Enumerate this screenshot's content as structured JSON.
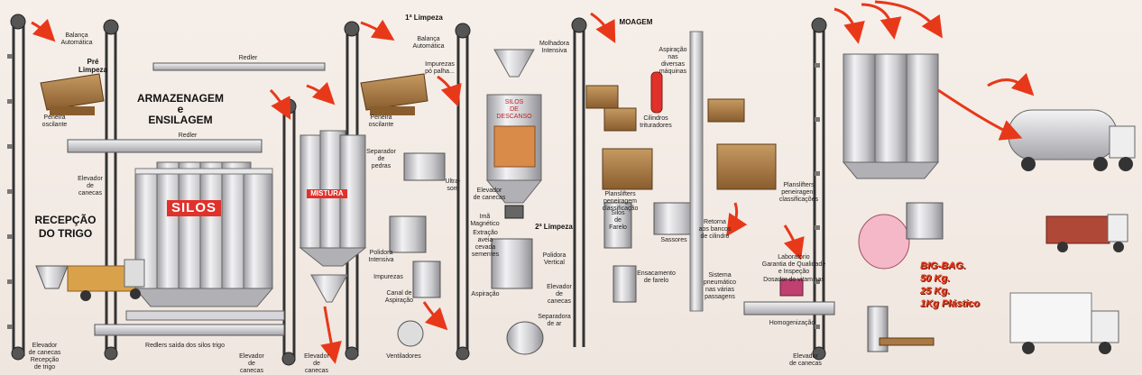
{
  "sections": {
    "pre_limpeza": "Pré\nLimpeza",
    "armazenagem": "ARMAZENAGEM\ne\nENSILAGEM",
    "recepcao": "RECEPÇÃO\nDO TRIGO",
    "limpeza1": "1ª Limpeza",
    "limpeza2": "2ª Limpeza",
    "moagem": "MOAGEM"
  },
  "labels": {
    "balanca1": "Balança\nAutomática",
    "peneira1": "Peneira\noscilante",
    "redler_top": "Redler",
    "redler_mid": "Redler",
    "elevador_left": "Elevador\nde\ncanecas",
    "silos": "SILOS",
    "elevador_recepcao": "Elevador\nde canecas\nRecepção\nde trigo",
    "redlers_saida": "Redlers saída dos silos trigo",
    "elevador_bottom1": "Elevador\nde\ncanecas",
    "mistura": "MISTURA",
    "elevador_bottom2": "Elevador\nde\ncanecas",
    "balanca2": "Balança\nAutomática",
    "impurezas_po": "Impurezas\npó palha...",
    "peneira2": "Peneira\noscilante",
    "separador_pedras": "Separador\nde\npedras",
    "ultra_som": "Ultra-\nsom",
    "polidora_intensiva": "Polidora\nIntensiva",
    "impurezas": "Impurezas",
    "canal_aspiracao": "Canal de\nAspiração",
    "ventiladores": "Ventiladores",
    "molhadora": "Molhadora\nIntensiva",
    "silos_descanso": "SILOS\nDE\nDESCANSO",
    "elevador_mid": "Elevador\nde canecas",
    "ima_magnetico": "Imã\nMagnético",
    "extracao": "Extração\naveia\ncevada\nsementes",
    "polidora_vertical": "Polidora\nVertical",
    "aspiracao": "Aspiração",
    "elevador_mid2": "Elevador\nde\ncanecas",
    "separadora_ar": "Separadora\nde ar",
    "aspiracao_maquinas": "Aspiração\nnas\ndiversas\nmáquinas",
    "cilindros": "Cilindros\ntrituradores",
    "planslifters1": "Planslifters\npeneiragem\nclassificação",
    "silos_farelo": "Silos\nde\nFarelo",
    "sassores": "Sassores",
    "ensacamento": "Ensacamento\nde farelo",
    "planslifters2": "Planslifters\npeneiragens\nclassificações",
    "retorna": "Retorna\naos bancos\nde cilindro",
    "laboratorio": "Laboratório\nGarantia de Qualidade\ne Inspeção",
    "sistema_pneumatico": "Sistema\npneumático\nnas várias\npassagens",
    "dosador": "Dosador de vitaminas",
    "homogenizacao": "Homogenização",
    "elevador_final": "Elevador\nde canecas"
  },
  "packaging": "BIG-BAG.\n50 Kg.\n25 Kg.\n1Kg Plástico",
  "colors": {
    "background": "#f3ece6",
    "accent_red": "#e0312b",
    "arrow_orange": "#e8381a",
    "steel": "#c9c9cc",
    "wood": "#a97a45"
  }
}
